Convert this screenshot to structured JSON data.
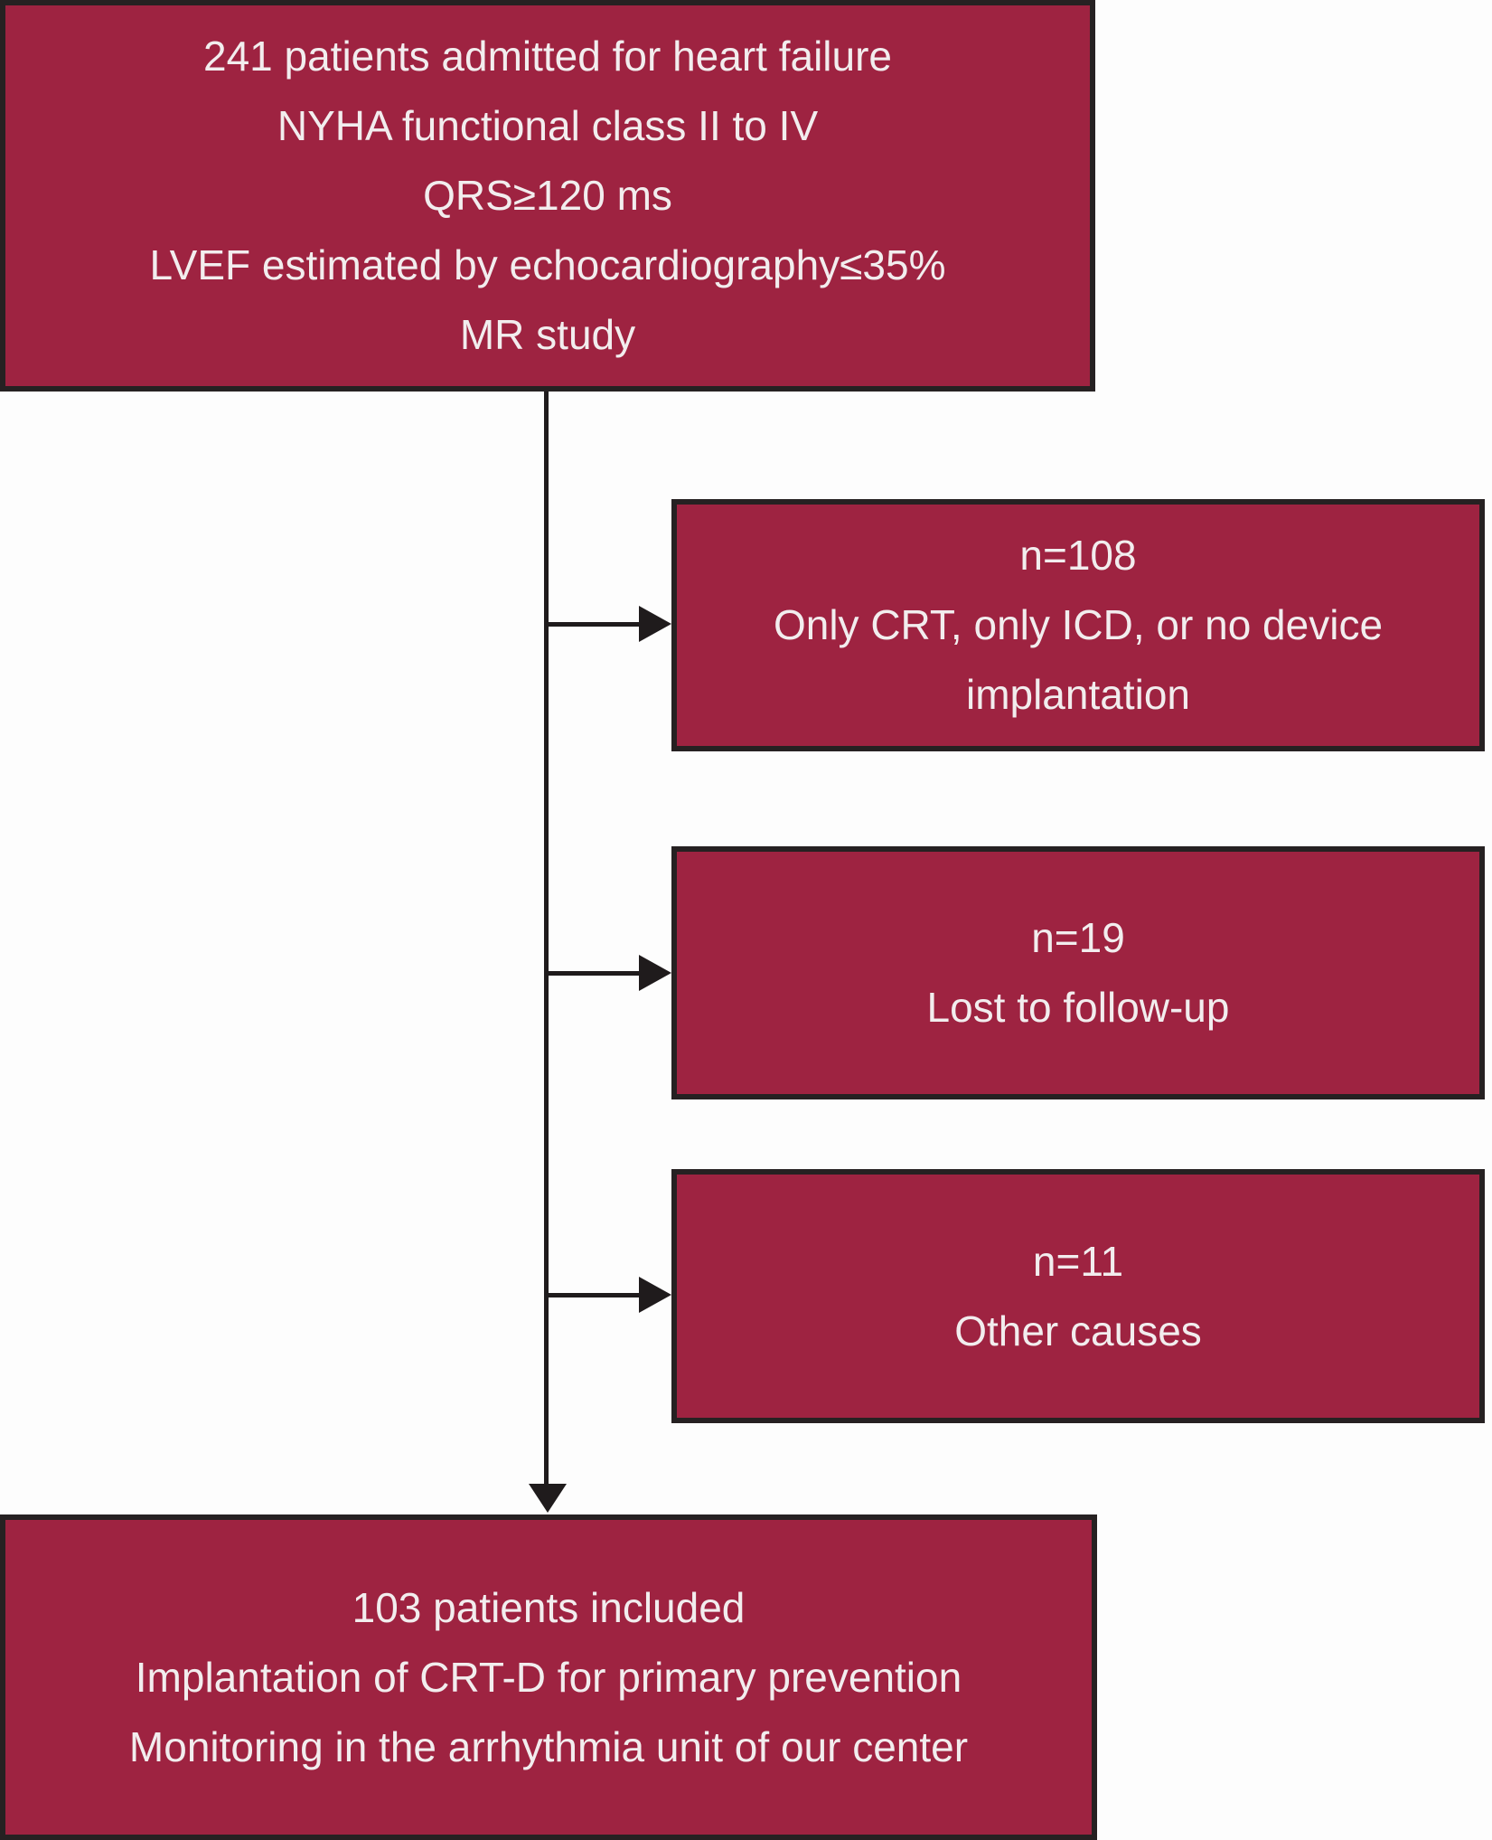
{
  "diagram_type": "patient-flow-chart",
  "colors": {
    "box_fill": "#9e2341",
    "box_border": "#262122",
    "text": "#f2edee",
    "connector": "#1f1b1c",
    "background": "#fdfdfd"
  },
  "boxes": {
    "admitted": {
      "lines": [
        "241 patients admitted for heart failure",
        "NYHA functional class II to IV",
        "QRS≥120 ms",
        "LVEF estimated by echocardiography≤35%",
        "MR study"
      ]
    },
    "excluded_device": {
      "lines": [
        "n=108",
        "Only CRT, only ICD, or no device",
        "implantation"
      ]
    },
    "excluded_followup": {
      "lines": [
        "n=19",
        "Lost to follow-up"
      ]
    },
    "excluded_other": {
      "lines": [
        "n=11",
        "Other causes"
      ]
    },
    "included": {
      "lines": [
        "103 patients included",
        "Implantation of CRT-D for primary prevention",
        "Monitoring in the arrhythmia unit of our center"
      ]
    }
  }
}
